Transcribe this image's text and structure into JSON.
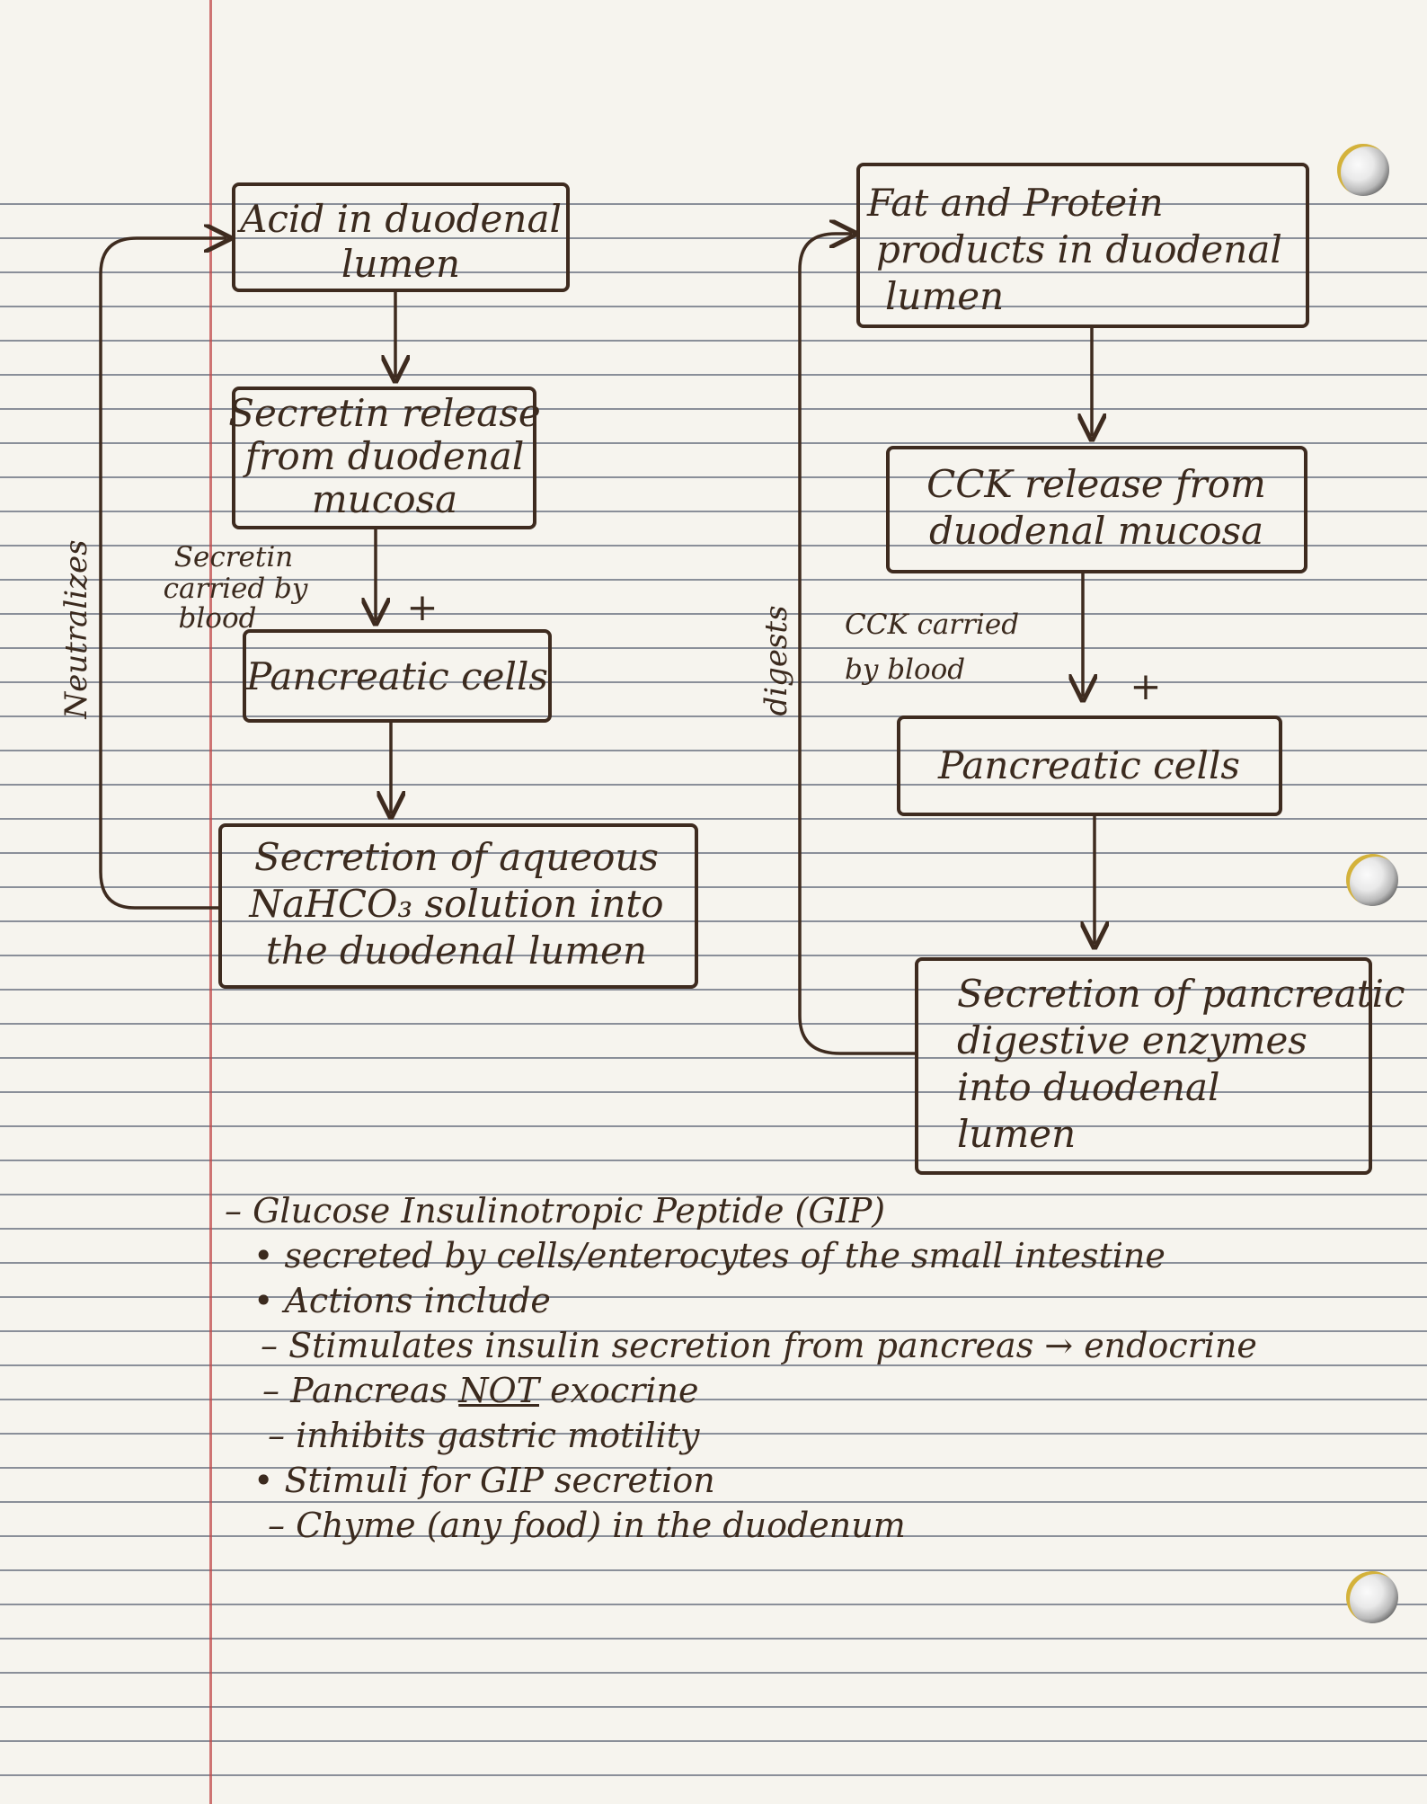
{
  "flow_left": {
    "box1": [
      "Acid in duodenal",
      "lumen"
    ],
    "box2": [
      "Secretin release",
      "from duodenal",
      "mucosa"
    ],
    "label_blood": [
      "Secretin",
      "carried by",
      "blood"
    ],
    "plus": "+",
    "box3": [
      "Pancreatic cells"
    ],
    "box4": [
      "Secretion of aqueous",
      "NaHCO₃ solution into",
      "the duodenal lumen"
    ],
    "side_label": "Neutralizes"
  },
  "flow_right": {
    "box1": [
      "Fat and Protein",
      "products in duodenal",
      "lumen"
    ],
    "box2": [
      "CCK release from",
      "duodenal mucosa"
    ],
    "label_blood": [
      "CCK carried",
      "by blood"
    ],
    "plus": "+",
    "box3": [
      "Pancreatic cells"
    ],
    "box4": [
      "Secretion of pancreatic",
      "digestive enzymes",
      "into duodenal",
      "lumen"
    ],
    "side_label": "digests"
  },
  "notes": {
    "heading": "– Glucose Insulinotropic Peptide (GIP)",
    "line1": "• secreted by cells/enterocytes of the small intestine",
    "line2": "• Actions include",
    "line3": "– Stimulates insulin secretion from pancreas → endocrine",
    "line4_a": "– Pancreas ",
    "line4_not": "NOT",
    "line4_b": " exocrine",
    "line5": "– inhibits gastric motility",
    "line6": "• Stimuli for GIP secretion",
    "line7": "– Chyme (any food) in the duodenum"
  },
  "colors": {
    "ink": "#3b2a1e",
    "margin_line": "#c04a4a",
    "rule_line": "#8a8f99",
    "paper": "#f6f4ee"
  }
}
